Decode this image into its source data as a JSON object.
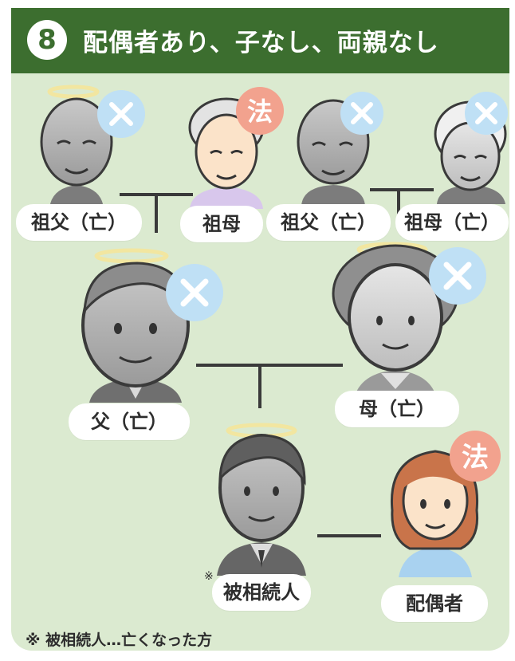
{
  "header": {
    "number": "8",
    "title": "配偶者あり、子なし、両親なし"
  },
  "people": {
    "paternal_grandfather": "祖父（亡）",
    "paternal_grandmother": "祖母",
    "maternal_grandfather": "祖父（亡）",
    "maternal_grandmother": "祖母（亡）",
    "father": "父（亡）",
    "mother": "母（亡）",
    "decedent": "被相続人",
    "spouse": "配偶者"
  },
  "badges": {
    "legal_heir": "法",
    "deceased_mark": "×"
  },
  "asterisk": "※",
  "footnote": "※ 被相続人…亡くなった方",
  "colors": {
    "header_green": "#3c6e2f",
    "background": "#dbead0",
    "deceased_badge": "#bfe0f5",
    "heir_badge": "#f2a28e"
  }
}
